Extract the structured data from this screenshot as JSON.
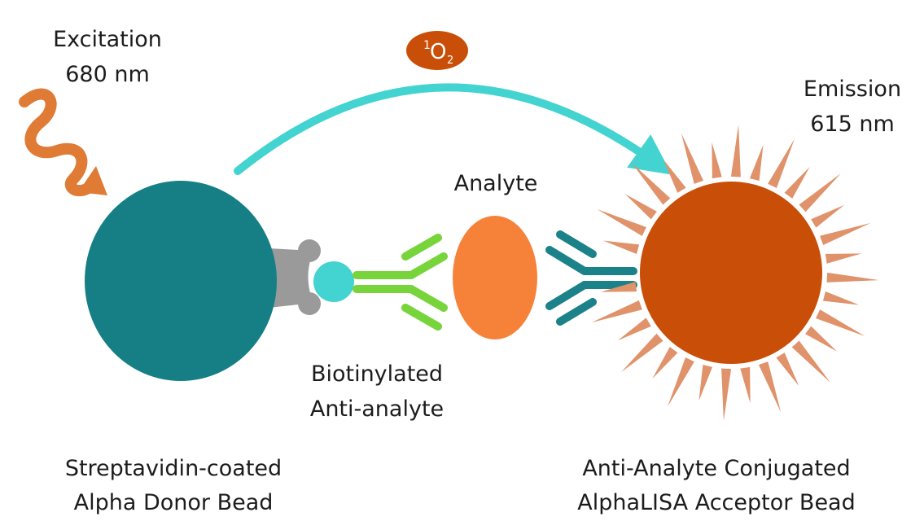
{
  "labels": {
    "excitation": [
      "Excitation",
      "680 nm"
    ],
    "emission": [
      "Emission",
      "615 nm"
    ],
    "analyte": "Analyte",
    "biotinylated": [
      "Biotinylated",
      "Anti-analyte"
    ],
    "donor": [
      "Streptavidin-coated",
      "Alpha Donor Bead"
    ],
    "acceptor": [
      "Anti-Analyte Conjugated",
      "AlphaLISA Acceptor Bead"
    ],
    "singlet_oxygen": {
      "sup": "1",
      "base": "O",
      "sub": "2"
    }
  },
  "colors": {
    "donor_bead": "#157F85",
    "acceptor_bead": "#C94F08",
    "acceptor_rays": "#E0926A",
    "transfer_arrow": "#43D3D0",
    "excitation_wave": "#E07B36",
    "analyte": "#F6823A",
    "streptavidin": "#9A9A9A",
    "biotin": "#43D3D0",
    "biotinylated_antibody": "#77D43A",
    "acceptor_antibody": "#1C8289",
    "singlet_oxygen_badge": "#C94F08"
  }
}
